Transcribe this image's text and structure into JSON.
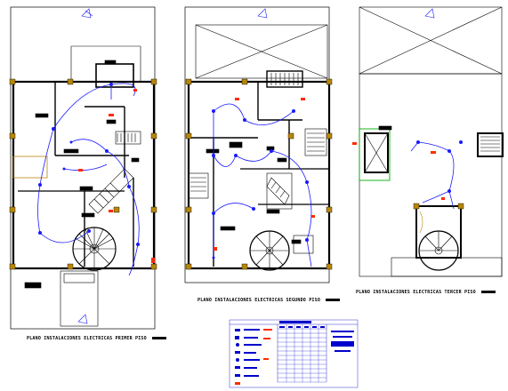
{
  "plans": [
    {
      "id": "first",
      "caption": "PLANO INSTALACIONES ELECTRICAS PRIMER PISO"
    },
    {
      "id": "second",
      "caption": "PLANO INSTALACIONES ELECTRICAS SEGUNDO PISO"
    },
    {
      "id": "third",
      "caption": "PLANO INSTALACIONES ELECTRICAS TERCER PISO"
    }
  ],
  "colors": {
    "wall": "#000000",
    "wiring": "#1a1aff",
    "accent": "#ff2a00",
    "green": "#00b000",
    "column": "#b8860b",
    "legend_blue": "#0000cc"
  }
}
